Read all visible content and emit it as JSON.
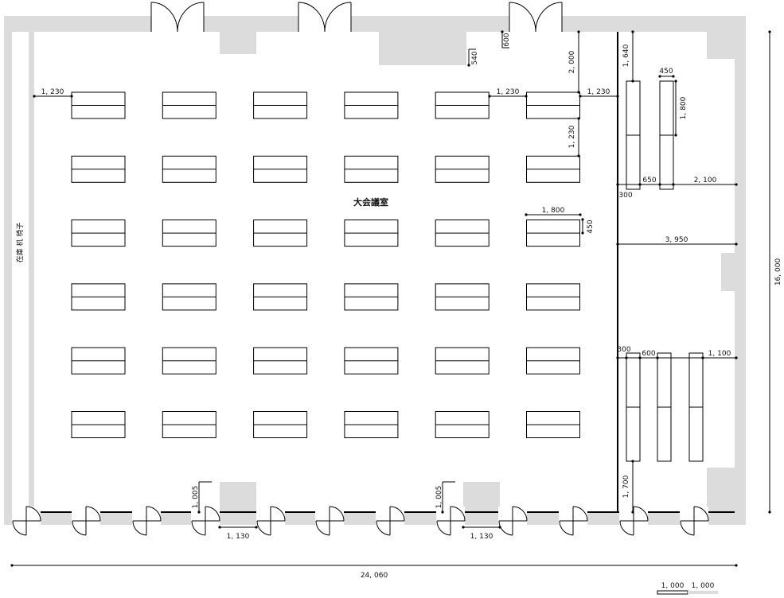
{
  "room": {
    "name": "大会議室",
    "storage_label": "在庫 机 椅子"
  },
  "desk_grid": {
    "columns": 6,
    "rows": 6
  },
  "dimensions": {
    "left_margin": "1, 230",
    "desk_gap": "1, 230",
    "right_gap": "1, 230",
    "top_to_desk": "2, 000",
    "row_gap": "1, 230",
    "pillar_600": "600",
    "pillar_540": "540",
    "desk_length": "1, 800",
    "desk_depth": "450",
    "storage_top": "1, 640",
    "storage_width": "450",
    "storage_length": "1, 800",
    "storage_300_top": "300",
    "storage_gap_650": "650",
    "storage_2100": "2, 100",
    "corridor_3950": "3, 950",
    "storage_300_bottom": "300",
    "storage_600": "600",
    "storage_1100": "1, 100",
    "storage_1700": "1, 700",
    "door_1005_a": "1, 005",
    "door_1005_b": "1, 005",
    "door_1130_a": "1, 130",
    "door_1130_b": "1, 130",
    "total_width": "24, 060",
    "total_height": "16, 000",
    "scale_a": "1, 000",
    "scale_b": "1, 000"
  }
}
